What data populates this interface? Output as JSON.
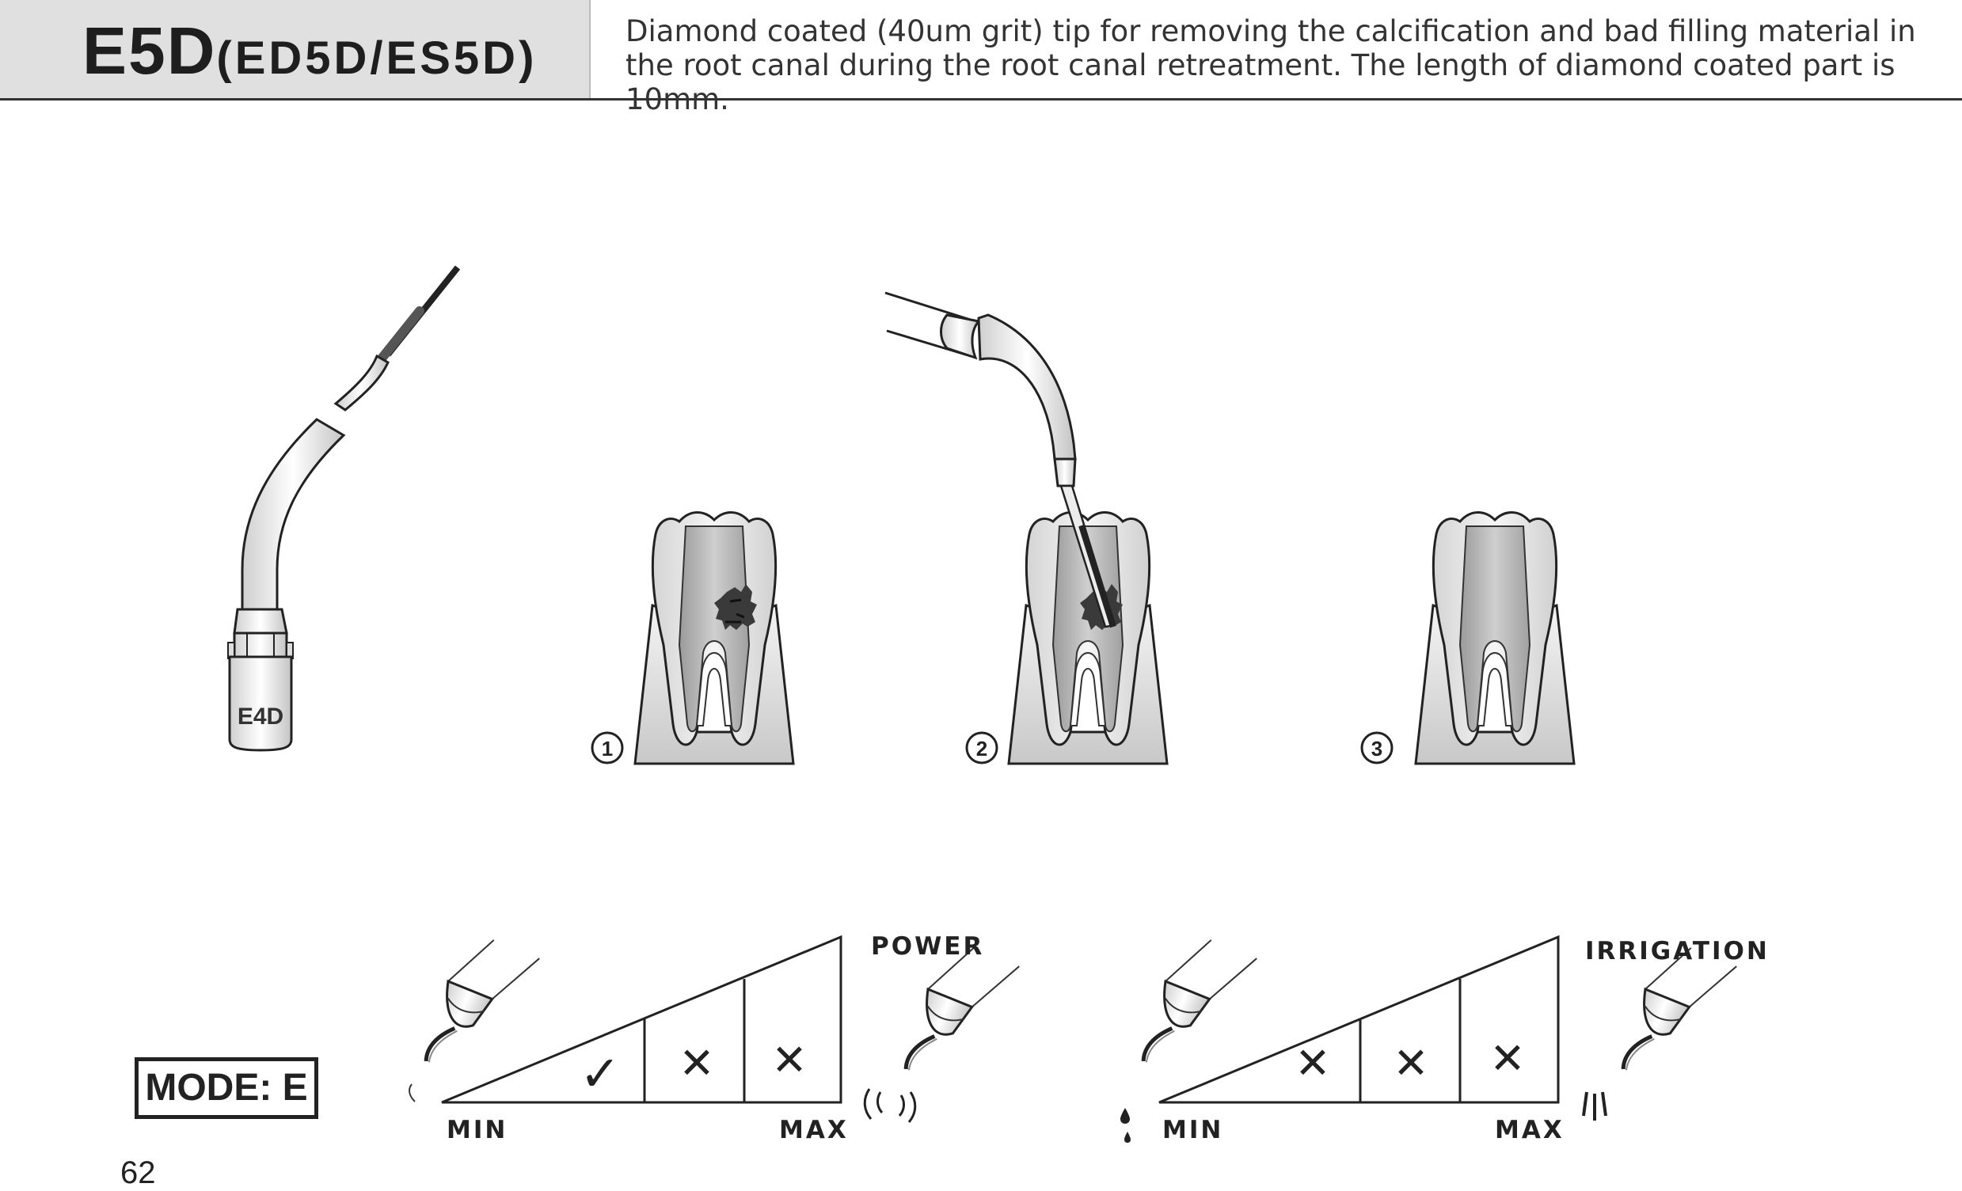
{
  "header": {
    "model": "E5D",
    "variants": "(ED5D/ES5D)",
    "description": "Diamond coated (40um grit) tip for removing the calcification and bad filling material in the root canal during the root canal retreatment. The length of diamond coated part is 10mm."
  },
  "tip": {
    "label": "E4D"
  },
  "steps": [
    "1",
    "2",
    "3"
  ],
  "mode": {
    "label": "MODE: E"
  },
  "power_scale": {
    "title": "POWER",
    "min_label": "MIN",
    "max_label": "MAX",
    "marks": [
      "✓",
      "✕",
      "✕"
    ]
  },
  "irrigation_scale": {
    "title": "IRRIGATION",
    "min_label": "MIN",
    "max_label": "MAX",
    "marks": [
      "✕",
      "✕",
      "✕"
    ]
  },
  "page": {
    "number": "62"
  },
  "colors": {
    "header_bg": "#e0e0e0",
    "text": "#222222",
    "tooth_fill": "#e6e6e6",
    "pulp_fill": "#bdbdbd"
  }
}
